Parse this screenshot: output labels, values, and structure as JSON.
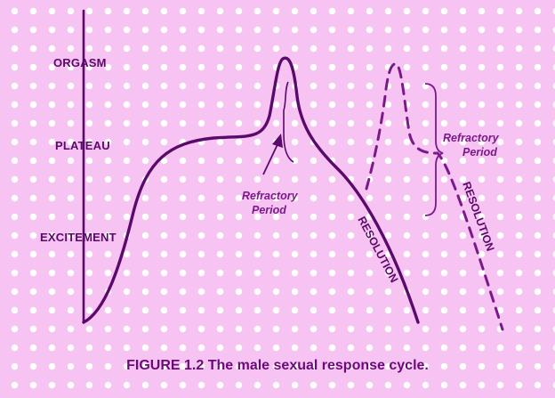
{
  "stages": {
    "orgasm": "ORGASM",
    "plateau": "PLATEAU",
    "excitement": "EXCITEMENT"
  },
  "annotations": {
    "refractory_1_line1": "Refractory",
    "refractory_1_line2": "Period",
    "refractory_2_line1": "Refractory",
    "refractory_2_line2": "Period",
    "resolution_1": "RESOLUTION",
    "resolution_2": "RESOLUTION"
  },
  "caption": {
    "label": "FIGURE 1.2",
    "text": "The male sexual response cycle."
  },
  "colors": {
    "ink": "#5a0a6a",
    "note": "#7a1a8a",
    "background": "#f7c3f2",
    "dots": "#ffffff"
  }
}
